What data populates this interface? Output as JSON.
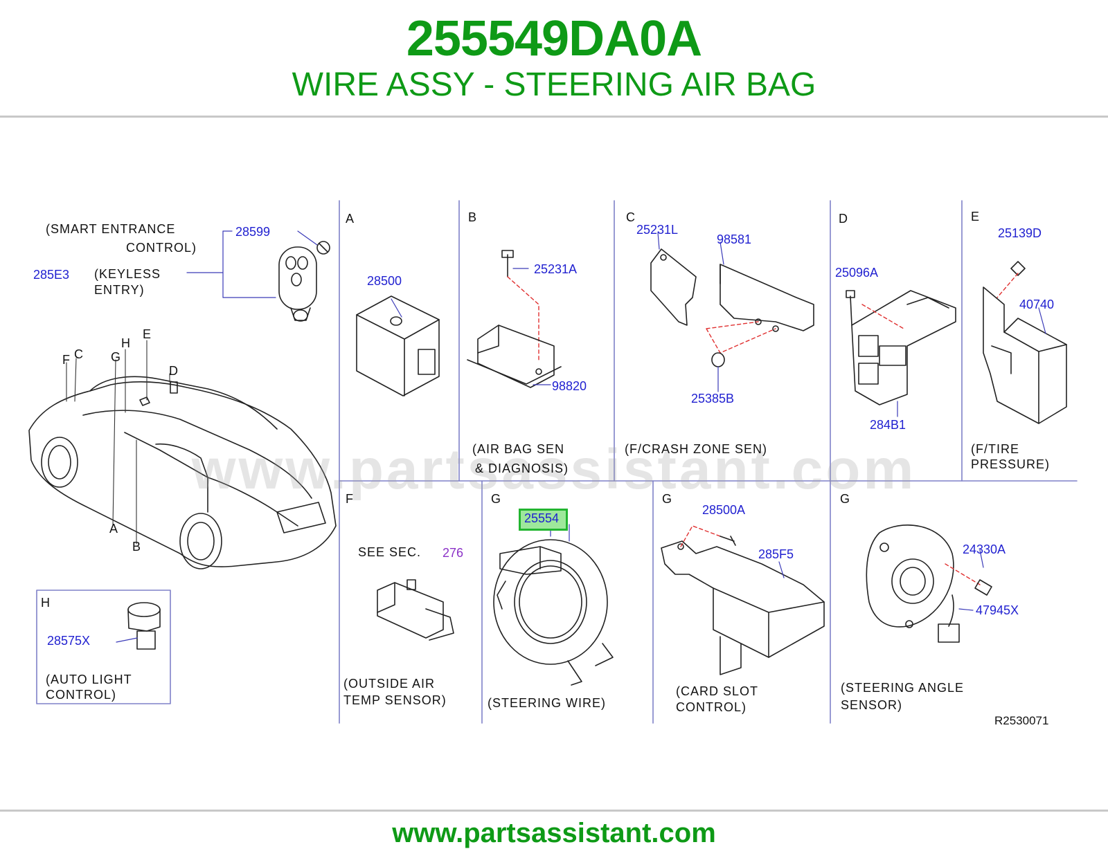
{
  "header": {
    "part_number": "255549DA0A",
    "description": "WIRE ASSY - STEERING AIR BAG"
  },
  "footer": {
    "url": "www.partsassistant.com"
  },
  "watermark": "www.partsassistant.com",
  "diagram_ref": "R2530071",
  "colors": {
    "title_green": "#0e9a16",
    "part_blue": "#1f1fd0",
    "highlight_fill": "#9ee89b",
    "highlight_border": "#22b530",
    "section_line": "#7f80c8",
    "see_sec_purple": "#8b31c7"
  },
  "main_view": {
    "smart_label_1": "(SMART   ENTRANCE",
    "smart_label_2": "CONTROL)",
    "keyless_label_1": "(KEYLESS",
    "keyless_label_2": "ENTRY)",
    "part_28599": "28599",
    "part_285E3": "285E3",
    "car_letters": {
      "f": "F",
      "c": "C",
      "g": "G",
      "h": "H",
      "e": "E",
      "d": "D",
      "a": "A",
      "b": "B"
    }
  },
  "section_h": {
    "letter": "H",
    "part": "28575X",
    "caption_1": "(AUTO   LIGHT",
    "caption_2": "CONTROL)"
  },
  "sections": {
    "a": {
      "letter": "A",
      "part": "28500"
    },
    "b": {
      "letter": "B",
      "part_1": "25231A",
      "part_2": "98820",
      "caption_1": "(AIR   BAG   SEN",
      "caption_2": "&   DIAGNOSIS)"
    },
    "c": {
      "letter": "C",
      "part_1": "25231L",
      "part_2": "98581",
      "part_3": "25385B",
      "caption_1": "(F/CRASH   ZONE   SEN)"
    },
    "d": {
      "letter": "D",
      "part_1": "25096A",
      "part_2": "284B1"
    },
    "e": {
      "letter": "E",
      "part_1": "25139D",
      "part_2": "40740",
      "caption_1": "(F/TIRE",
      "caption_2": "PRESSURE)"
    },
    "f": {
      "letter": "F",
      "see_label": "SEE   SEC.",
      "see_number": "276",
      "caption_1": "(OUTSIDE   AIR",
      "caption_2": "TEMP   SENSOR)"
    },
    "g1": {
      "letter": "G",
      "part": "25554",
      "caption_1": "(STEERING   WIRE)"
    },
    "g2": {
      "letter": "G",
      "part_1": "28500A",
      "part_2": "285F5",
      "caption_1": "(CARD   SLOT",
      "caption_2": "CONTROL)"
    },
    "g3": {
      "letter": "G",
      "part_1": "24330A",
      "part_2": "47945X",
      "caption_1": "(STEERING   ANGLE",
      "caption_2": "SENSOR)"
    }
  }
}
